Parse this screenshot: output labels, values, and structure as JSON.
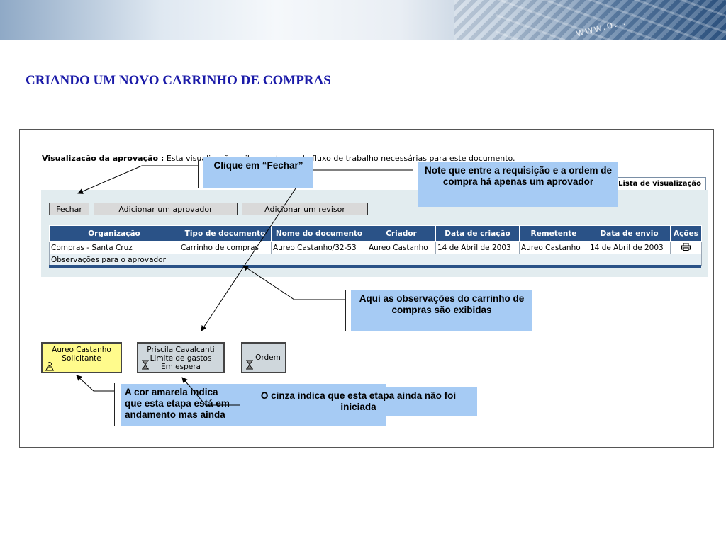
{
  "slide": {
    "title": "CRIANDO UM NOVO CARRINHO DE COMPRAS",
    "banner_url": "www.o..."
  },
  "app": {
    "approval_label_bold": "Visualização da aprovação :",
    "approval_label_rest": " Esta visualização exibe as etapas do fluxo de trabalho necessárias para este documento.",
    "tab_label": "Lista de visualização",
    "buttons": {
      "close": "Fechar",
      "add_approver": "Adicionar um aprovador",
      "add_reviewer": "Adicionar um revisor"
    },
    "table": {
      "headers": [
        "Organização",
        "Tipo de documento",
        "Nome do documento",
        "Criador",
        "Data de criação",
        "Remetente",
        "Data de envio",
        "Ações"
      ],
      "row": [
        "Compras - Santa Cruz",
        "Carrinho de compras",
        "Aureo Castanho/32-53",
        "Aureo Castanho",
        "14 de Abril de 2003",
        "Aureo Castanho",
        "14 de Abril de 2003"
      ],
      "action_icon": "printer-icon",
      "observations_label": "Observações para o aprovador"
    },
    "workflow": {
      "step1": {
        "line1": "Aureo Castanho",
        "line2": "Solicitante",
        "color": "#fffb8c"
      },
      "step2": {
        "line1": "Priscila Cavalcanti",
        "line2": "Limite de gastos",
        "line3": "Em espera",
        "color": "#cfd7dc"
      },
      "step3": {
        "line1": "Ordem",
        "color": "#cfd7dc"
      }
    }
  },
  "callouts": {
    "fechar": "Clique em “Fechar”",
    "approver": "Note que entre a requisição e a ordem de compra há apenas um aprovador",
    "observations": "Aqui as observações do carrinho de compras são exibidas",
    "yellow": "A cor amarela indica que esta etapa está em andamento mas ainda",
    "gray": "O cinza indica que esta etapa ainda não foi iniciada"
  },
  "colors": {
    "title": "#1a1aa8",
    "header_bg": "#2a5287",
    "callout_bg": "#a6cbf4",
    "panel_bg": "#e2ecef"
  }
}
